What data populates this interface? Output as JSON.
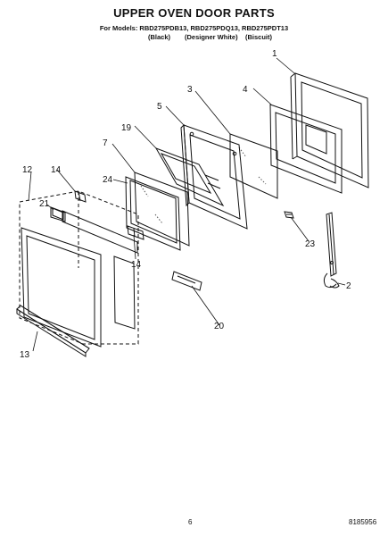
{
  "header": {
    "title": "UPPER OVEN DOOR PARTS",
    "models": "For Models: RBD275PDB13, RBD275PDQ13, RBD275PDT13",
    "colors": [
      "(Black)",
      "(Designer White)",
      "(Biscuit)"
    ]
  },
  "callouts": {
    "c1": "1",
    "c2": "2",
    "c3": "3",
    "c4": "4",
    "c5": "5",
    "c7": "7",
    "c12": "12",
    "c13": "13",
    "c14a": "14",
    "c14b": "14",
    "c19": "19",
    "c20": "20",
    "c21": "21",
    "c23": "23",
    "c24": "24"
  },
  "footer": {
    "page": "6",
    "docnum": "8185956"
  }
}
